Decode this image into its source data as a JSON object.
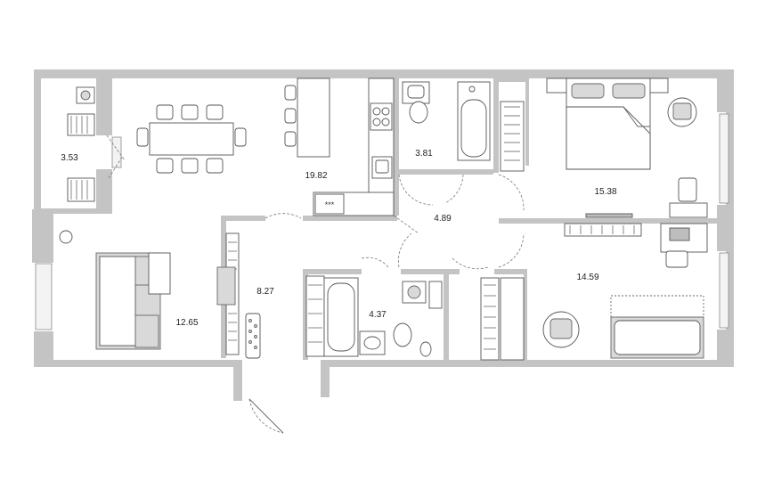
{
  "rooms": [
    {
      "id": "balcony",
      "area": "3.53"
    },
    {
      "id": "kitchen",
      "area": "19.82"
    },
    {
      "id": "bathroom-upper",
      "area": "3.81"
    },
    {
      "id": "bedroom-1",
      "area": "15.38"
    },
    {
      "id": "hallway",
      "area": "4.89"
    },
    {
      "id": "corridor",
      "area": "8.27"
    },
    {
      "id": "living-room",
      "area": "12.65"
    },
    {
      "id": "bathroom-lower",
      "area": "4.37"
    },
    {
      "id": "bedroom-2",
      "area": "14.59"
    }
  ],
  "stove_label": "***"
}
